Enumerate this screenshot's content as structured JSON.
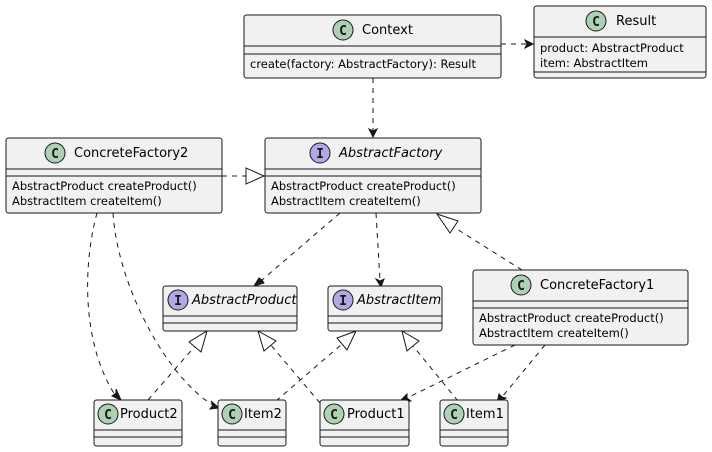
{
  "classes": {
    "context": {
      "name": "Context",
      "kind": "C",
      "members": [
        "create(factory: AbstractFactory): Result"
      ]
    },
    "result": {
      "name": "Result",
      "kind": "C",
      "members": [
        "product: AbstractProduct",
        "item: AbstractItem"
      ]
    },
    "abstract_factory": {
      "name": "AbstractFactory",
      "kind": "I",
      "members": [
        "AbstractProduct createProduct()",
        "AbstractItem createItem()"
      ]
    },
    "concrete_factory2": {
      "name": "ConcreteFactory2",
      "kind": "C",
      "members": [
        "AbstractProduct createProduct()",
        "AbstractItem createItem()"
      ]
    },
    "concrete_factory1": {
      "name": "ConcreteFactory1",
      "kind": "C",
      "members": [
        "AbstractProduct createProduct()",
        "AbstractItem createItem()"
      ]
    },
    "abstract_product": {
      "name": "AbstractProduct",
      "kind": "I"
    },
    "abstract_item": {
      "name": "AbstractItem",
      "kind": "I"
    },
    "product2": {
      "name": "Product2",
      "kind": "C"
    },
    "item2": {
      "name": "Item2",
      "kind": "C"
    },
    "product1": {
      "name": "Product1",
      "kind": "C"
    },
    "item1": {
      "name": "Item1",
      "kind": "C"
    }
  },
  "colors": {
    "class_badge": "#add1b2",
    "interface_badge": "#b4a7e5",
    "box_fill": "#f1f1f1",
    "line": "#181818"
  }
}
